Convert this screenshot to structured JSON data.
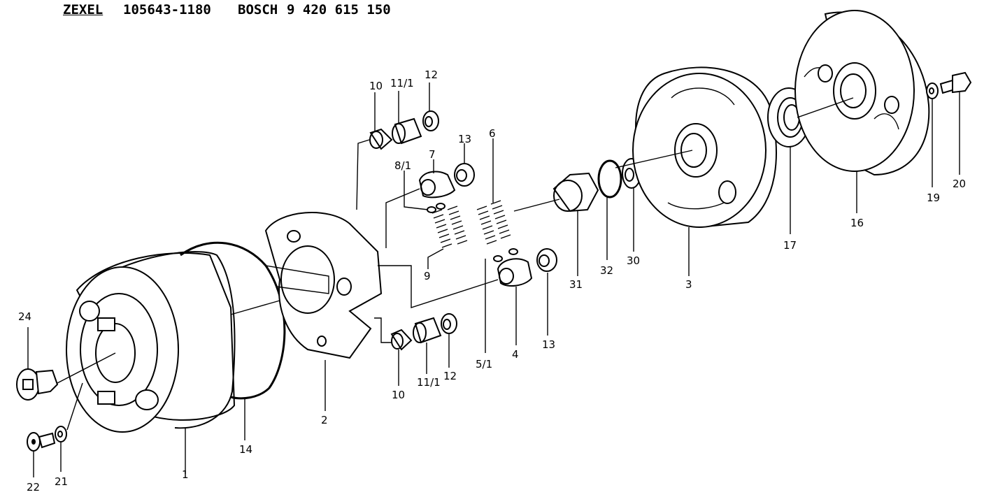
{
  "header": {
    "brand_1": "ZEXEL",
    "part_number_1": "105643-1180",
    "brand_2": "BOSCH",
    "part_number_2": "9 420 615 150"
  },
  "labels": {
    "l1": "1",
    "l2": "2",
    "l3": "3",
    "l4": "4",
    "l5_1": "5/1",
    "l6": "6",
    "l7": "7",
    "l8_1": "8/1",
    "l9": "9",
    "l10_top": "10",
    "l10_bottom": "10",
    "l11_1_top": "11/1",
    "l11_1_bottom": "11/1",
    "l12_top": "12",
    "l12_bottom": "12",
    "l13_top": "13",
    "l13_bottom": "13",
    "l14": "14",
    "l16": "16",
    "l17": "17",
    "l19": "19",
    "l20": "20",
    "l21": "21",
    "l22": "22",
    "l24": "24",
    "l30": "30",
    "l31": "31",
    "l32": "32"
  }
}
